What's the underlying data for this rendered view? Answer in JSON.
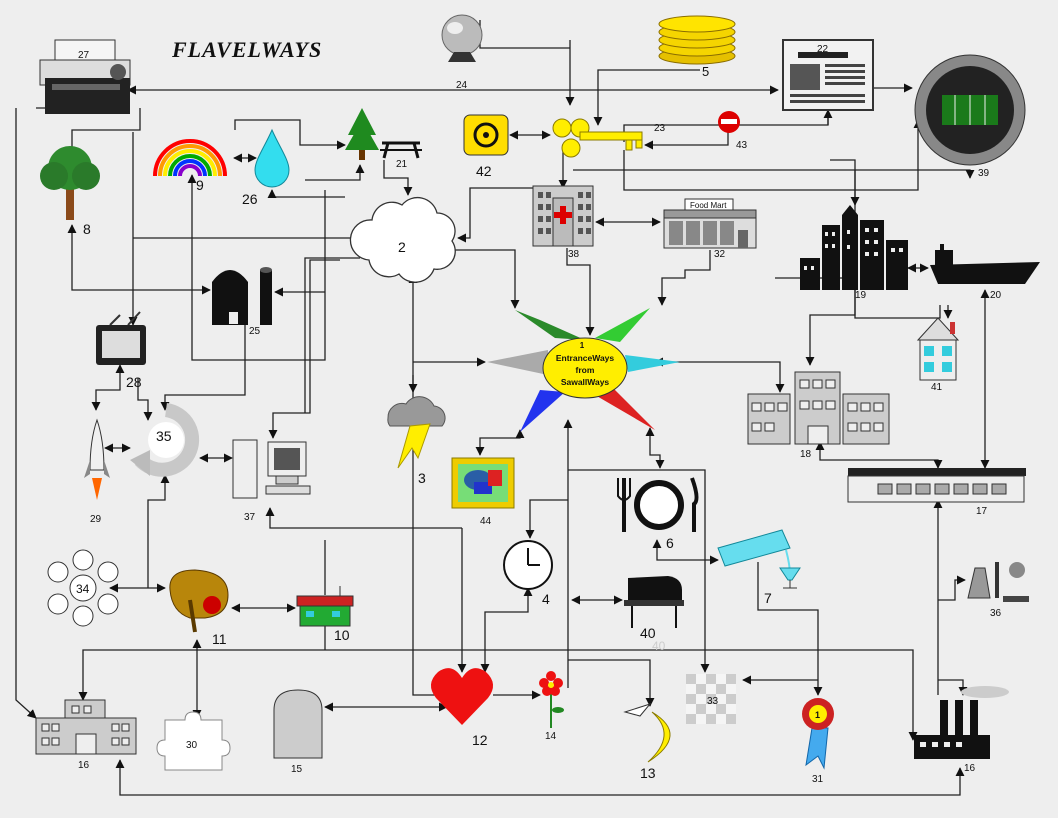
{
  "title": "Flavelways",
  "center": {
    "number": "1",
    "line1": "EntranceWays",
    "line2": "from",
    "line3": "SawallWays"
  },
  "food_mart_sign": "Food Mart",
  "labels": {
    "n2": "2",
    "n3": "3",
    "n4": "4",
    "n5": "5",
    "n6": "6",
    "n7": "7",
    "n8": "8",
    "n9": "9",
    "n10": "10",
    "n11": "11",
    "n12": "12",
    "n13": "13",
    "n14": "14",
    "n15": "15",
    "n16a": "16",
    "n16b": "16",
    "n17": "17",
    "n18": "18",
    "n19": "19",
    "n20": "20",
    "n21": "21",
    "n22": "22",
    "n23": "23",
    "n24": "24",
    "n25": "25",
    "n26": "26",
    "n27": "27",
    "n28": "28",
    "n29": "29",
    "n30": "30",
    "n31": "31",
    "n32": "32",
    "n33": "33",
    "n34": "34",
    "n35": "35",
    "n36": "36",
    "n37": "37",
    "n38": "38",
    "n39": "39",
    "n40": "40",
    "n40b": "40",
    "n41": "41",
    "n42": "42",
    "n43": "43",
    "n44": "44"
  },
  "ribbon_number": "1",
  "icons": [
    "printer-icon",
    "crystal-ball-icon",
    "gold-coins-icon",
    "newspaper-icon",
    "stadium-icon",
    "biohazard-icon",
    "key-icon",
    "no-entry-icon",
    "tree-icon",
    "rainbow-icon",
    "water-drop-icon",
    "pine-tree-icon",
    "picnic-table-icon",
    "cloud-icon",
    "hospital-icon",
    "food-mart-icon",
    "city-skyline-icon",
    "cargo-ship-icon",
    "barn-icon",
    "house-icon",
    "office-building-icon",
    "television-icon",
    "recycle-icon",
    "rocket-icon",
    "computer-icon",
    "storm-cloud-icon",
    "painting-icon",
    "place-setting-icon",
    "pouring-glass-icon",
    "warehouse-icon",
    "lab-icon",
    "molecule-icon",
    "brain-icon",
    "cottage-icon",
    "clock-icon",
    "piano-icon",
    "school-icon",
    "puzzle-piece-icon",
    "gravestone-icon",
    "heart-icon",
    "flower-icon",
    "moon-icon",
    "checkered-square-icon",
    "award-ribbon-icon",
    "factory-icon"
  ],
  "colors": {
    "background": "#eeeeee",
    "line": "#222222",
    "accent_yellow": "#ffff00"
  }
}
